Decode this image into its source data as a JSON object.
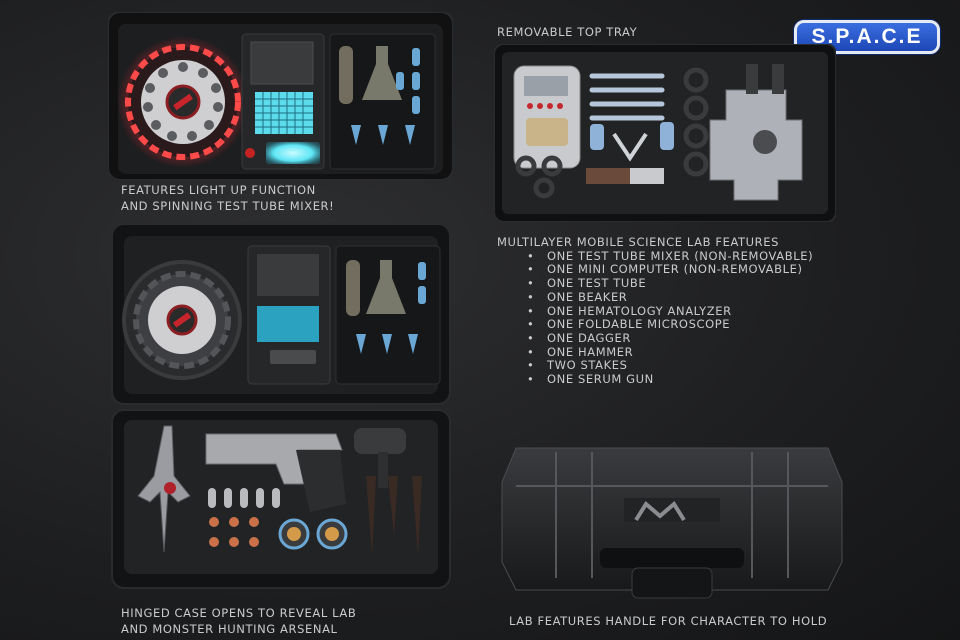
{
  "logo": {
    "text": "S.P.A.C.E",
    "color": "#2a5bd0"
  },
  "captions": {
    "top_left": [
      "FEATURES LIGHT UP FUNCTION",
      "AND SPINNING TEST TUBE MIXER!"
    ],
    "top_right": "REMOVABLE TOP TRAY",
    "bottom_left": [
      "HINGED CASE OPENS TO REVEAL LAB",
      "AND MONSTER HUNTING ARSENAL"
    ],
    "bottom_right": "LAB FEATURES HANDLE FOR CHARACTER TO HOLD"
  },
  "features": {
    "heading": "MULTILAYER MOBILE SCIENCE LAB FEATURES",
    "items": [
      "ONE TEST TUBE MIXER (NON-REMOVABLE)",
      "ONE MINI COMPUTER (NON-REMOVABLE)",
      "ONE TEST TUBE",
      "ONE BEAKER",
      "ONE HEMATOLOGY ANALYZER",
      "ONE FOLDABLE MICROSCOPE",
      "ONE DAGGER",
      "ONE HAMMER",
      "TWO STAKES",
      "ONE SERUM GUN"
    ]
  },
  "colors": {
    "background": "#1f2022",
    "glow_red": "#e0303a",
    "glow_cyan": "#5fe6f5",
    "case_black": "#1a1a1b"
  }
}
